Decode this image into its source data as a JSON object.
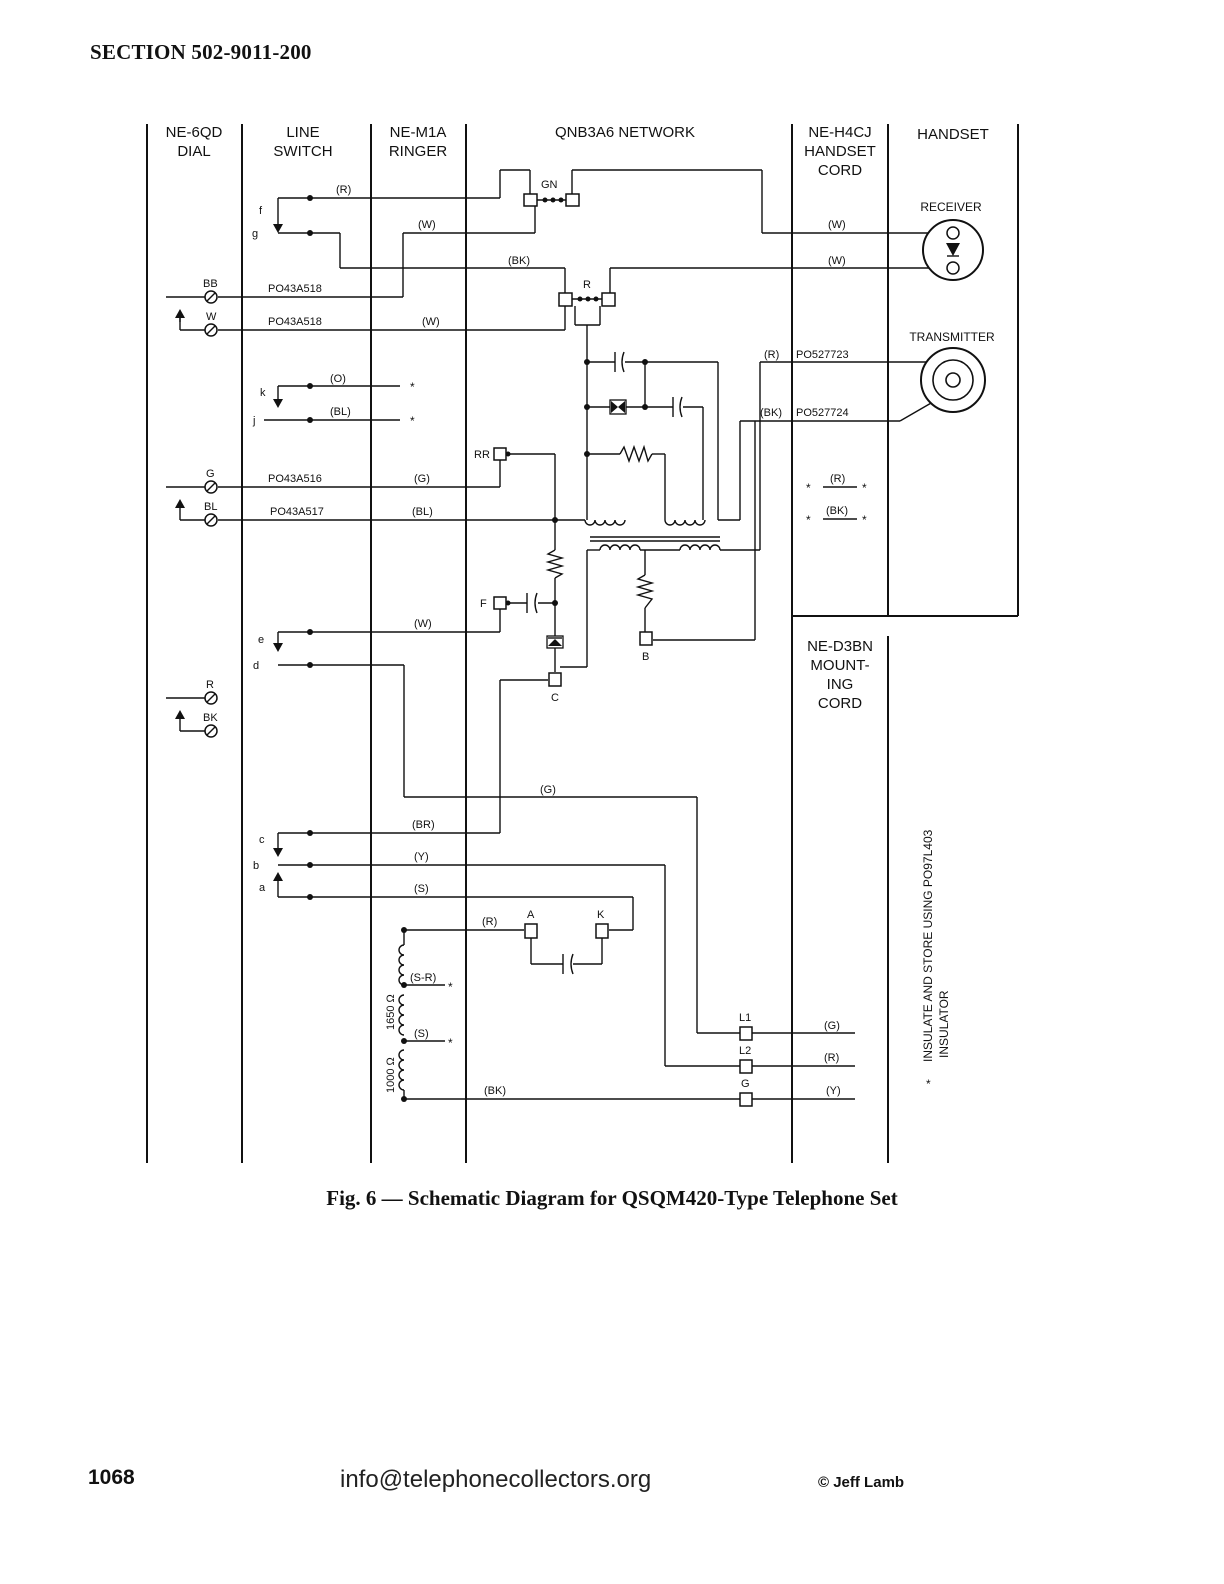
{
  "page": {
    "section": "SECTION 502-9011-200",
    "caption": "Fig. 6 — Schematic Diagram for QSQM420-Type Telephone Set",
    "page_number": "1068",
    "contact": "info@telephonecollectors.org",
    "copyright": "© Jeff Lamb"
  },
  "columns": {
    "dial": [
      "NE-6QD",
      "DIAL"
    ],
    "line_switch": [
      "LINE",
      "SWITCH"
    ],
    "ringer": [
      "NE-M1A",
      "RINGER"
    ],
    "network": "QNB3A6 NETWORK",
    "handset_cord": [
      "NE-H4CJ",
      "HANDSET",
      "CORD"
    ],
    "handset": "HANDSET",
    "mounting_cord": [
      "NE-D3BN",
      "MOUNT-",
      "ING",
      "CORD"
    ]
  },
  "components": {
    "receiver": "RECEIVER",
    "transmitter": "TRANSMITTER",
    "resistance_1": "1000 Ω",
    "resistance_2": "1650 Ω"
  },
  "terminals": {
    "gn": "GN",
    "r": "R",
    "rr": "RR",
    "f": "F",
    "c": "C",
    "b": "B",
    "a": "A",
    "k": "K",
    "l1": "L1",
    "l2": "L2",
    "g": "G"
  },
  "dial_terminals": {
    "bb": "BB",
    "w": "W",
    "g": "G",
    "bl": "BL",
    "r": "R",
    "bk": "BK"
  },
  "switch_contacts": {
    "f": "f",
    "g": "g",
    "k": "k",
    "j": "j",
    "e": "e",
    "d": "d",
    "c": "c",
    "b": "b",
    "a": "a"
  },
  "wires": {
    "r_top": "(R)",
    "w_top": "(W)",
    "bk_top": "(BK)",
    "w_receiver": "(W)",
    "w_receiver2": "(W)",
    "p518a": "PO43A518",
    "p518b": "PO43A518",
    "w_dial": "(W)",
    "o": "(O)",
    "bl": "(BL)",
    "p516": "PO43A516",
    "g": "(G)",
    "p517": "PO43A517",
    "bl2": "(BL)",
    "r_tx": "(R)",
    "p723": "PO527723",
    "bk_tx": "(BK)",
    "p724": "PO527724",
    "r_spare": "(R)",
    "bk_spare": "(BK)",
    "w_e": "(W)",
    "g_mid": "(G)",
    "br": "(BR)",
    "y": "(Y)",
    "s": "(S)",
    "r_ringer": "(R)",
    "sr": "(S-R)",
    "s_ringer": "(S)",
    "bk_ringer": "(BK)",
    "g_l1": "(G)",
    "r_l2": "(R)",
    "y_g": "(Y)"
  },
  "note": {
    "marker": "*",
    "line1": "INSULATE AND STORE USING PO97L403",
    "line2": "INSULATOR"
  }
}
